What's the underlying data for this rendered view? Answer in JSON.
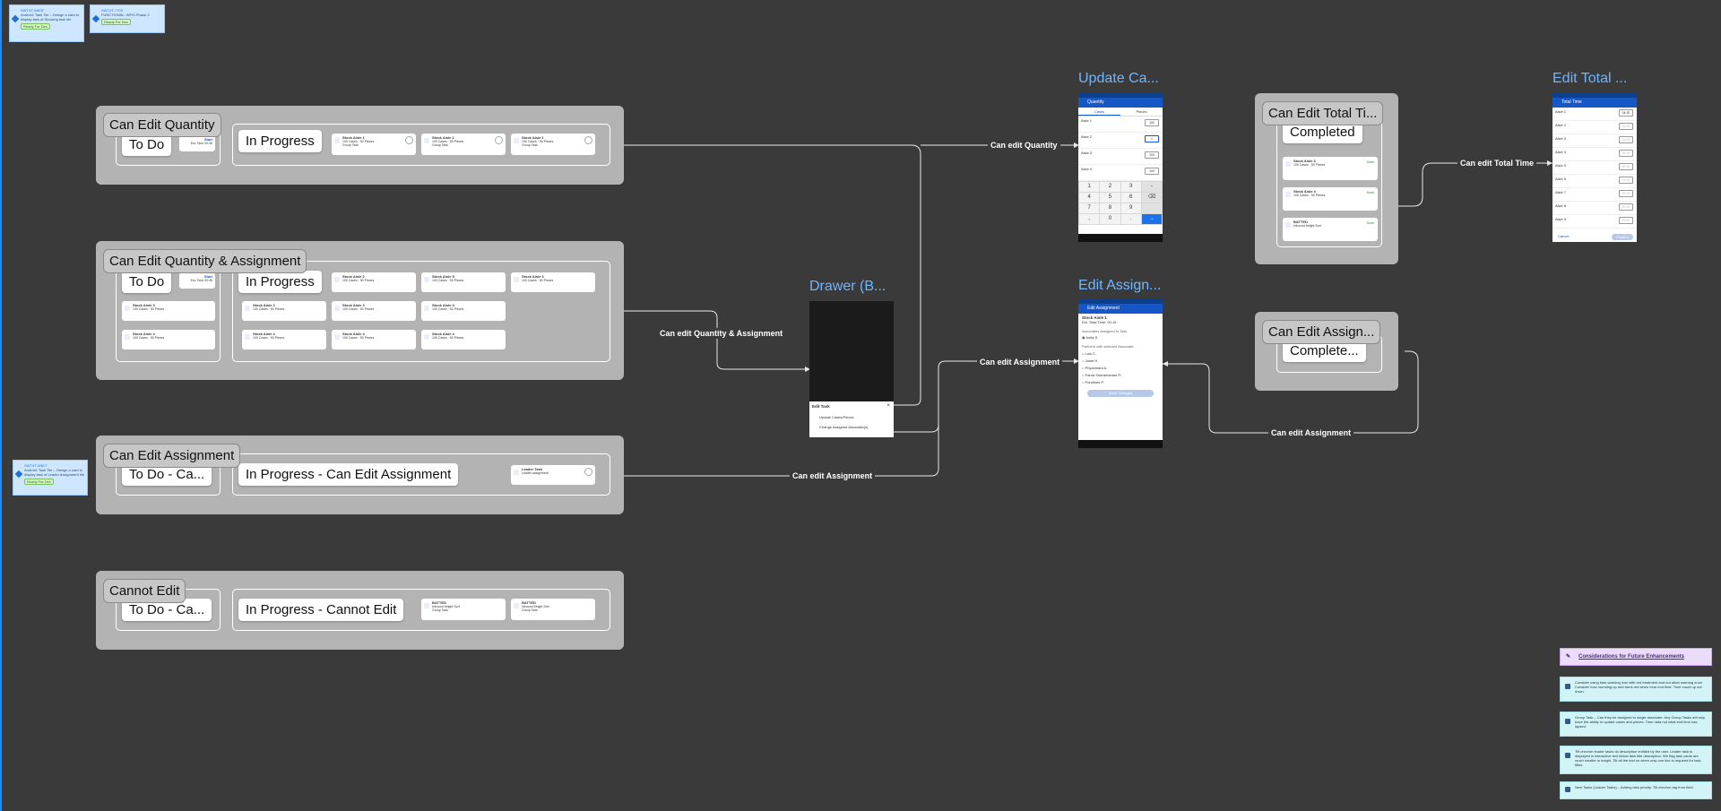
{
  "stickies": [
    {
      "id": "SWTXT-W6GF",
      "text": "Android: Task Tile – Design a card to display task of Stocking task tile",
      "badge": "Ready For Dev"
    },
    {
      "id": "SWTXT-7793",
      "text": "FUNCTIONAL: WFIS Phase 2",
      "badge": "Ready For Dev"
    },
    {
      "id": "SWTXT-W6LT",
      "text": "Android: Task Tile – Design a card to display task of Leader Assignment tile",
      "badge": "Ready For Dev"
    }
  ],
  "groups": {
    "g1": {
      "title": "Can Edit Quantity",
      "todo": "To Do",
      "progress": "In Progress"
    },
    "g2": {
      "title": "Can Edit Quantity & Assignment",
      "todo": "To Do",
      "progress": "In Progress"
    },
    "g3": {
      "title": "Can Edit Assignment",
      "todo": "To Do - Ca...",
      "progress": "In Progress - Can Edit Assignment"
    },
    "g4": {
      "title": "Cannot Edit",
      "todo": "To Do - Ca...",
      "progress": "In Progress - Cannot Edit"
    },
    "g5": {
      "title": "Can Edit Total Ti...",
      "completed": "Completed"
    },
    "g6": {
      "title": "Can Edit Assign...",
      "completed": "Complete..."
    }
  },
  "cards": {
    "g1_progress": [
      {
        "title": "Stock Aisle 1",
        "sub": "100 Cases · 50 Pieces",
        "tag": "Group Task"
      },
      {
        "title": "Stock Aisle 1",
        "sub": "100 Cases · 50 Pieces",
        "tag": "Group Task"
      },
      {
        "title": "Stock Aisle 1",
        "sub": "100 Cases · 50 Pieces",
        "tag": "Group Task"
      }
    ],
    "g1_todo": {
      "title": "Start",
      "sub": "Est. Time 00:45"
    },
    "g2_todo": [
      {
        "title": "Start",
        "sub": "Est. Time 00:45"
      },
      {
        "title": "Stock Aisle 3",
        "sub": "100 Cases · 50 Pieces"
      },
      {
        "title": "Stock Aisle 4",
        "sub": "100 Cases · 50 Pieces"
      }
    ],
    "g2_progress": [
      {
        "title": "Stock Aisle 2",
        "sub": "100 Cases · 50 Pieces"
      },
      {
        "title": "Stock Aisle 5",
        "sub": "100 Cases · 50 Pieces"
      },
      {
        "title": "Stock Aisle 6",
        "sub": "100 Cases · 50 Pieces"
      },
      {
        "title": "Stock Aisle 2",
        "sub": "100 Cases · 50 Pieces"
      },
      {
        "title": "Stock Aisle 3",
        "sub": "100 Cases · 50 Pieces"
      },
      {
        "title": "Stock Aisle 3",
        "sub": "100 Cases · 50 Pieces"
      },
      {
        "title": "Stock Aisle 4",
        "sub": "100 Cases · 50 Pieces"
      },
      {
        "title": "Stock Aisle 4",
        "sub": "100 Cases · 50 Pieces"
      },
      {
        "title": "Stock Aisle 4",
        "sub": "100 Cases · 50 Pieces"
      }
    ],
    "g3_progress": [
      {
        "title": "Leader Task",
        "sub": "Leader assignment"
      }
    ],
    "g4_progress": [
      {
        "title": "BATTED",
        "sub": "Inbound freight Sort",
        "tag": "Group Task"
      },
      {
        "title": "BATTED",
        "sub": "Inbound freight Sort",
        "tag": "Group Task"
      }
    ],
    "g5_completed": [
      {
        "title": "Stock Aisle 3",
        "sub": "100 Cases · 50 Pieces",
        "status": "Done"
      },
      {
        "title": "Stock Aisle 4",
        "sub": "100 Cases · 50 Pieces",
        "status": "Done"
      },
      {
        "title": "BATTED",
        "sub": "Inbound freight Sort",
        "status": "Done"
      }
    ]
  },
  "connectors": {
    "qty": "Can edit Quantity",
    "qty_assign": "Can edit Quantity & Assignment",
    "assign_mid": "Can edit Assignment",
    "assign_bottom": "Can edit Assignment",
    "total": "Can edit Total Time",
    "assign_right": "Can edit Assignment"
  },
  "screens": {
    "update": {
      "title": "Update Ca...",
      "appbar": "Quantity",
      "tabs": [
        "Cases",
        "Pieces"
      ],
      "rows": [
        {
          "label": "Aisle 1",
          "value": "100"
        },
        {
          "label": "Aisle 2",
          "value": "1"
        },
        {
          "label": "Aisle 3",
          "value": "100"
        },
        {
          "label": "Aisle 4",
          "value": "100"
        }
      ],
      "keys": [
        "1",
        "2",
        "3",
        "-",
        "4",
        "5",
        "6",
        "⌫",
        "7",
        "8",
        "9",
        "",
        ",",
        "0",
        ".",
        "→"
      ]
    },
    "drawer": {
      "title": "Drawer (B...",
      "sheet_title": "Edit Task",
      "items": [
        "Update Cases/Pieces",
        "Change Assigned Associate(s)"
      ]
    },
    "assign": {
      "title": "Edit Assign...",
      "appbar": "Edit Assignment",
      "task": "Stock Aisle 1",
      "sub": "Est. Total Time: 00:15",
      "section": "Associates Assigned to Task",
      "selected": "Anita S.",
      "section2": "Partners with selected Associate",
      "options": [
        "Luis C.",
        "Janet H.",
        "Phyanindra A.",
        "Parna Subramanian R.",
        "Pondinee P."
      ],
      "button": "Save Changes"
    },
    "total": {
      "title": "Edit Total ...",
      "appbar": "Total Time",
      "rows": [
        {
          "label": "Aisle 1",
          "value": "04:30"
        },
        {
          "label": "Aisle 2",
          "value": "00:00"
        },
        {
          "label": "Aisle 3",
          "value": "00:00"
        },
        {
          "label": "Aisle 4",
          "value": "00:00"
        },
        {
          "label": "Aisle 5",
          "value": "00:00"
        },
        {
          "label": "Aisle 6",
          "value": "00:00"
        },
        {
          "label": "Aisle 7",
          "value": "00:00"
        },
        {
          "label": "Aisle 8",
          "value": "00:00"
        },
        {
          "label": "Aisle 9",
          "value": "00:00"
        }
      ],
      "cancel": "Cancel",
      "confirm": "Confirm"
    }
  },
  "considerations": {
    "header": "Considerations for Future Enhancements",
    "notes": [
      "Consider using time-warning icon with red treatment and not allow warning once. Consider how rounding up and turns red when near end time. Time count up not down.",
      "Group Task – Can they be assigned to single associate. Any Group Tasks will only have the ability to update cases and pieces. Time data not what end time has lapsed.",
      "Tilt chevron leader tasks do description entitled by the user. Leader task is displayed in interactive text below task title description. We flag task cards are much smaller in height. Tilt all the text on when only one line is required for task titles.",
      "New Tasks (Leader Tasks) – Adding task priority. Tilt chevron tag from field."
    ]
  }
}
